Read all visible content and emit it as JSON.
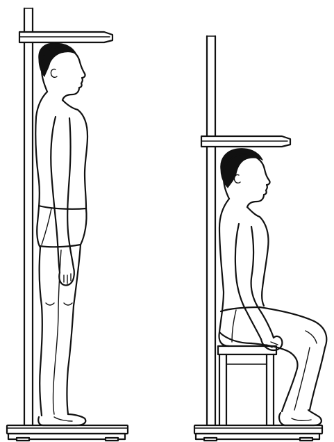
{
  "figures": [
    {
      "id": "standing",
      "subject": "standing-height-measurement"
    },
    {
      "id": "sitting",
      "subject": "sitting-height-measurement"
    }
  ],
  "colors": {
    "ink": "#111111",
    "background": "#ffffff"
  }
}
